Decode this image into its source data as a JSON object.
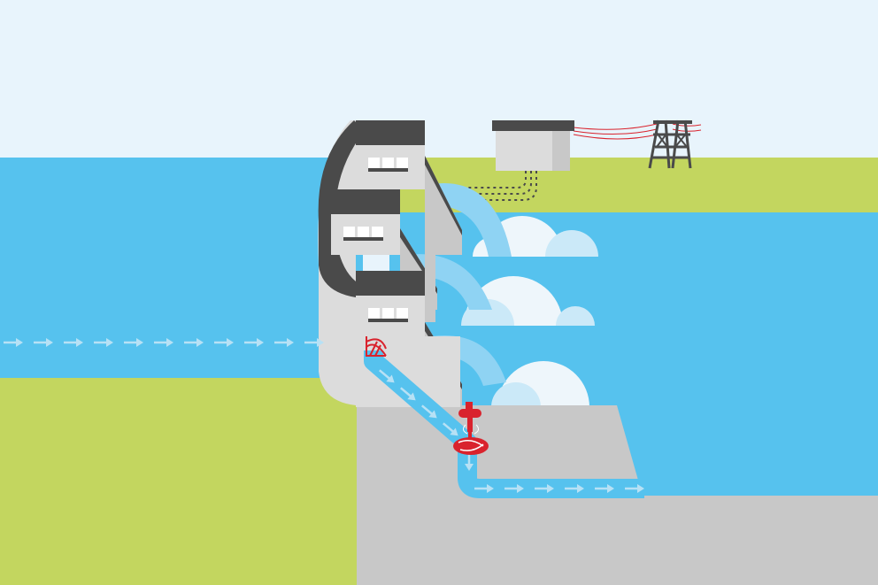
{
  "colors": {
    "sky": "#e8f4fc",
    "water": "#56c2ee",
    "water_light": "#8fd3f3",
    "grass": "#c3d65f",
    "concrete": "#c8c8c8",
    "concrete_light": "#dcdcdc",
    "dark": "#4a4a4a",
    "window": "#ffffff",
    "foam": "#eef6fb",
    "foam_shade": "#cbe9f8",
    "turbine": "#d9232d",
    "flow_arrow": "#b7e1f5"
  },
  "icons": {
    "intake": "intake-gate-icon",
    "turbine": "turbine-generator-icon",
    "pylon": "transmission-tower-icon",
    "flow": "flow-arrow-icon"
  },
  "scene": {
    "dam_floors": 3,
    "windows_per_floor": 3,
    "spillways": 3,
    "intake_arrows": 11,
    "outlet_arrows": 6
  }
}
